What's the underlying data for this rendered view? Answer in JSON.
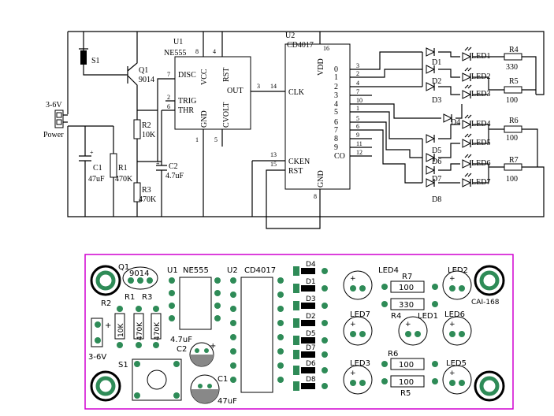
{
  "schematic": {
    "power_label": "3-6V",
    "power_name": "Power",
    "s1": "S1",
    "q1": "Q1",
    "q1_part": "9014",
    "u1": "U1",
    "u1_part": "NE555",
    "u2": "U2",
    "u2_part": "CD4017",
    "c1": "C1",
    "c1_val": "47uF",
    "c2": "C2",
    "c2_val": "4.7uF",
    "r1": "R1",
    "r1_val": "470K",
    "r2": "R2",
    "r2_val": "10K",
    "r3": "R3",
    "r3_val": "470K",
    "r4": "R4",
    "r4_val": "330",
    "r5": "R5",
    "r5_val": "100",
    "r6": "R6",
    "r6_val": "100",
    "r7": "R7",
    "r7_val": "100",
    "ne555_pins": {
      "disc": "DISC",
      "vcc": "VCC",
      "rst": "RST",
      "out": "OUT",
      "trig": "TRIG",
      "thr": "THR",
      "gnd": "GND",
      "cvolt": "CVOLT"
    },
    "ne555_nums": {
      "p7": "7",
      "p8": "8",
      "p4": "4",
      "p3": "3",
      "p2": "2",
      "p6": "6",
      "p1": "1",
      "p5": "5"
    },
    "cd4017_pins": {
      "vdd": "VDD",
      "clk": "CLK",
      "cken": "CKEN",
      "rst": "RST",
      "gnd": "GND",
      "co": "CO"
    },
    "cd4017_nums": {
      "p16": "16",
      "p14": "14",
      "p13": "13",
      "p15": "15",
      "p8": "8"
    },
    "outputs": [
      "0",
      "1",
      "2",
      "3",
      "4",
      "5",
      "6",
      "7",
      "8",
      "9",
      "CO"
    ],
    "output_pins": [
      "3",
      "2",
      "4",
      "7",
      "10",
      "1",
      "5",
      "6",
      "9",
      "11",
      "12"
    ],
    "diodes": [
      "D1",
      "D2",
      "D3",
      "D4",
      "D5",
      "D6",
      "D7",
      "D8"
    ],
    "leds": [
      "LED1",
      "LED2",
      "LED3",
      "LED4",
      "LED5",
      "LED6",
      "LED7"
    ]
  },
  "pcb": {
    "q1": "Q1",
    "q1_part": "9014",
    "u1": "U1",
    "u1_part": "NE555",
    "u2": "U2",
    "u2_part": "CD4017",
    "r1": "R1",
    "r2": "R2",
    "r3": "R3",
    "r1_val": "10K",
    "r2_val": "470K",
    "r3_val": "470K",
    "power": "3-6V",
    "s1": "S1",
    "c2": "C2",
    "c2_val": "4.7uF",
    "c1": "C1",
    "c1_val": "47uF",
    "diodes": [
      "D4",
      "D1",
      "D3",
      "D2",
      "D5",
      "D7",
      "D6",
      "D8"
    ],
    "led4": "LED4",
    "led2": "LED2",
    "led7": "LED7",
    "led1": "LED1",
    "led6": "LED6",
    "led3": "LED3",
    "led5": "LED5",
    "r7": "R7",
    "r7_val": "100",
    "r4_val": "330",
    "r4": "R4",
    "r6": "R6",
    "r6_val": "100",
    "r5_val": "100",
    "r5": "R5",
    "board_id": "CAI-168"
  }
}
